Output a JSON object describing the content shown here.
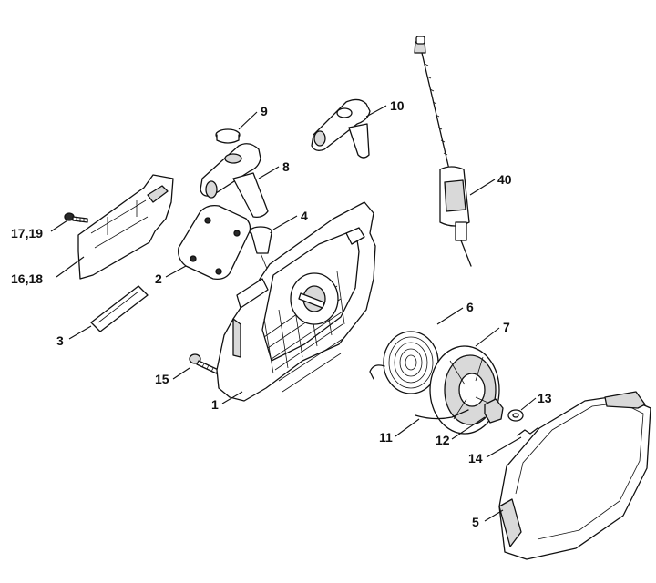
{
  "diagram": {
    "labels": {
      "p1": "1",
      "p2": "2",
      "p3": "3",
      "p4": "4",
      "p5": "5",
      "p6": "6",
      "p7": "7",
      "p8": "8",
      "p9": "9",
      "p10": "10",
      "p11": "11",
      "p12": "12",
      "p13": "13",
      "p14": "14",
      "p15": "15",
      "p16_18": "16,18",
      "p17_19": "17,19",
      "p40": "40"
    }
  }
}
